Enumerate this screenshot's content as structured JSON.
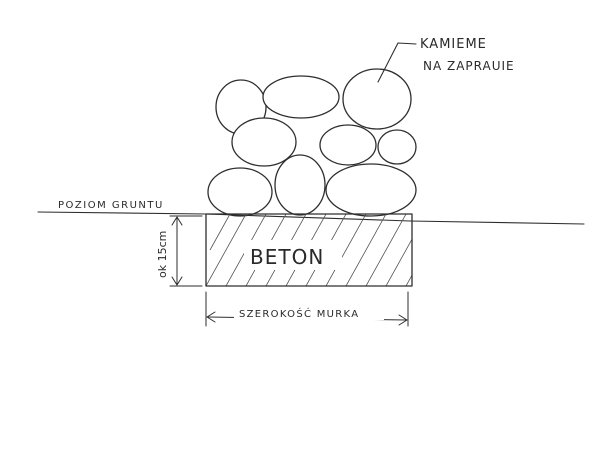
{
  "labels": {
    "stones_line1": "KAMIEME",
    "stones_line2": "NA ZAPRAUIE",
    "ground_level": "POZIOM GRUNTU",
    "concrete": "BETON",
    "depth": "ok 15cm",
    "width": "SZEROKOŚĆ MURKA"
  },
  "colors": {
    "ink": "#2e2e2e",
    "paper": "#ffffff"
  }
}
